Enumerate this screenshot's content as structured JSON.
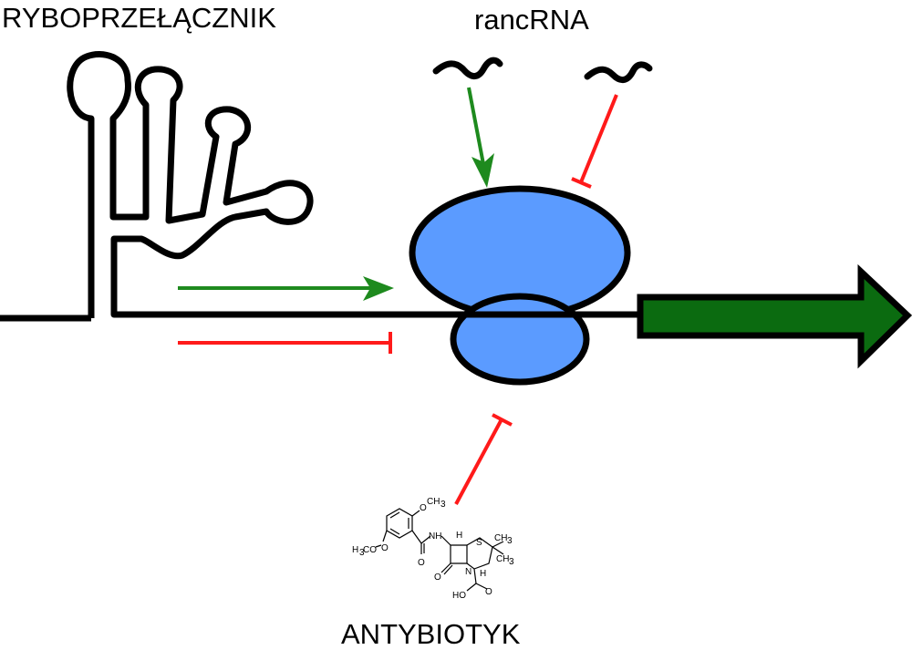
{
  "labels": {
    "riboswitch": "RYBOPRZEŁĄCZNIK",
    "rancrna": "rancRNA",
    "antibiotic": "ANTYBIOTYK"
  },
  "molecule_atoms": {
    "o_top": "O",
    "ch3_top": "CH",
    "ch3_top_sub": "3",
    "h3co": "H",
    "h3co_sub": "3",
    "h3co_tail": "CO",
    "o_ether_left": "O",
    "o_amide": "O",
    "nh": "NH",
    "h_top": "H",
    "s": "S",
    "ch3_a": "CH",
    "ch3_a_sub": "3",
    "ch3_b": "CH",
    "ch3_b_sub": "3",
    "o_lactam": "O",
    "n_ring": "N",
    "h_bottom": "H",
    "o_acid": "O",
    "hoh": "HO"
  },
  "colors": {
    "activation": "#1e8a1e",
    "inhibition": "#ff1a1a",
    "ribosome": "#5b9bff",
    "gene": "#0b6b10",
    "outline": "#000000"
  }
}
